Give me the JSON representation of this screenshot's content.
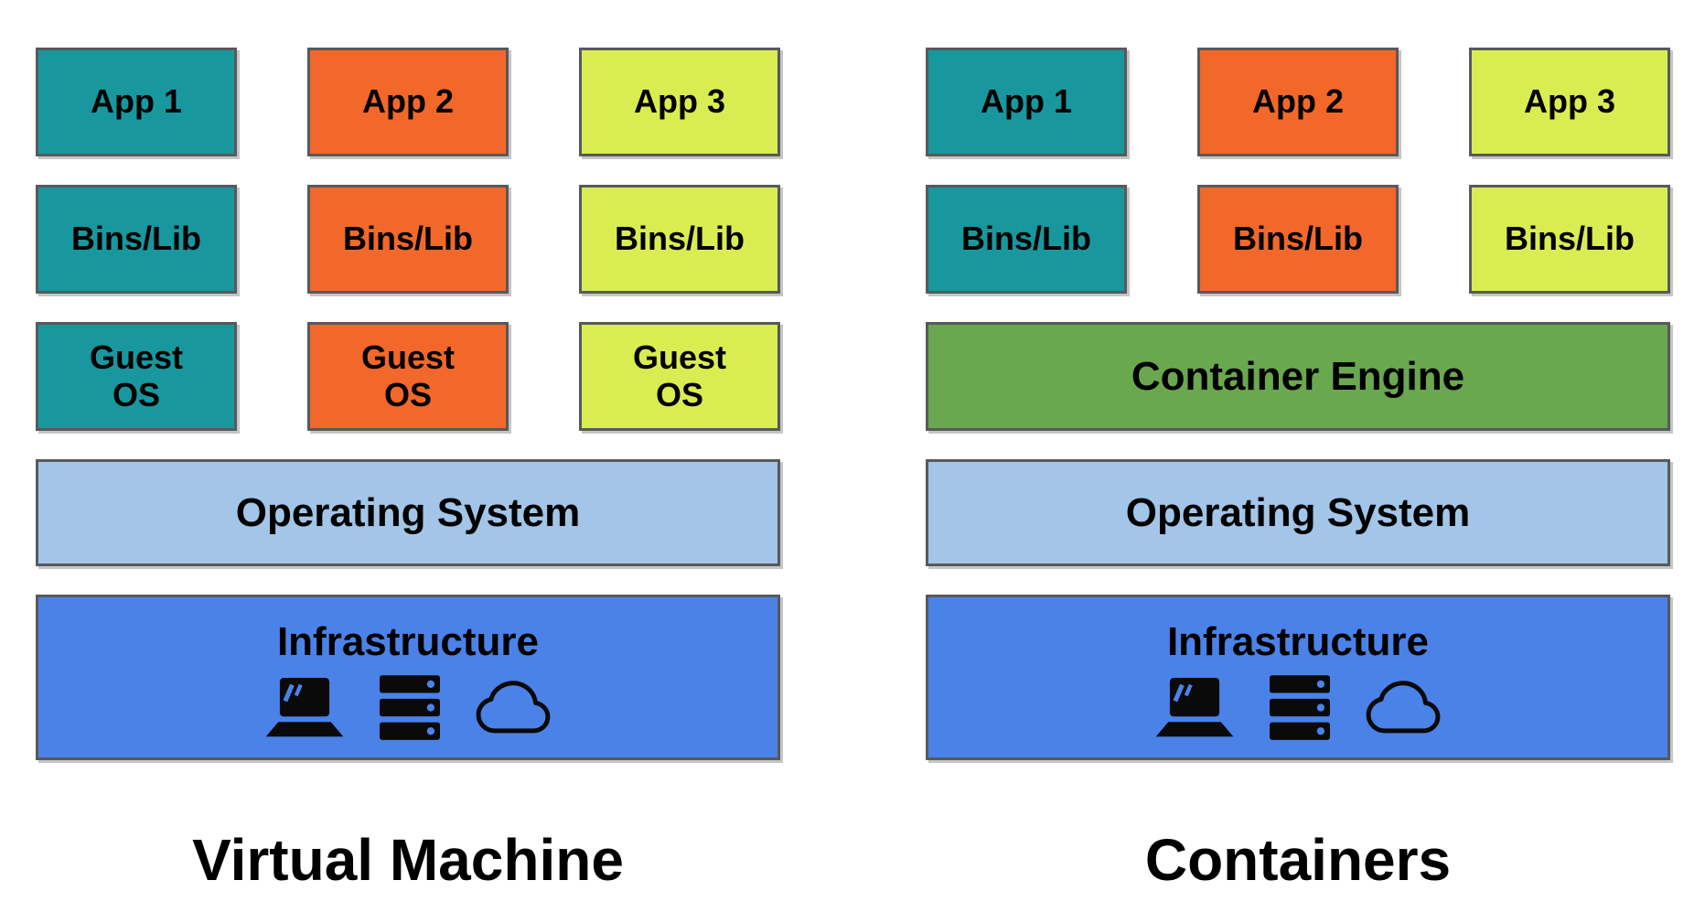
{
  "colors": {
    "teal": "#18979E",
    "orange": "#F2682A",
    "lime": "#D9ED52",
    "green": "#69A84F",
    "light_blue": "#A2C5E8",
    "blue": "#4A82E8",
    "border": "#58595B"
  },
  "left": {
    "title": "Virtual Machine",
    "apps": [
      "App 1",
      "App 2",
      "App 3"
    ],
    "bins": [
      "Bins/Lib",
      "Bins/Lib",
      "Bins/Lib"
    ],
    "guest_os": [
      "Guest\nOS",
      "Guest\nOS",
      "Guest\nOS"
    ],
    "os_label": "Operating System",
    "infra_label": "Infrastructure",
    "infra_icons": [
      "laptop-icon",
      "server-icon",
      "cloud-icon"
    ]
  },
  "right": {
    "title": "Containers",
    "apps": [
      "App 1",
      "App 2",
      "App 3"
    ],
    "bins": [
      "Bins/Lib",
      "Bins/Lib",
      "Bins/Lib"
    ],
    "engine_label": "Container Engine",
    "os_label": "Operating System",
    "infra_label": "Infrastructure",
    "infra_icons": [
      "laptop-icon",
      "server-icon",
      "cloud-icon"
    ]
  }
}
